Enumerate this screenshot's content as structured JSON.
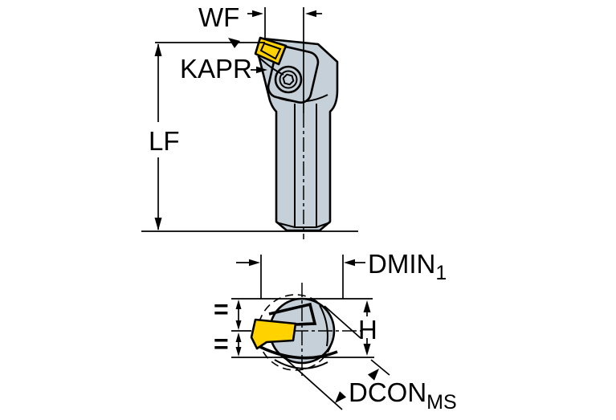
{
  "drawing": {
    "labels": {
      "wf": "WF",
      "kapr": "KAPR",
      "lf": "LF",
      "dmin": "DMIN",
      "dmin_sub": "1",
      "h": "H",
      "dcon": "DCON",
      "dcon_sub": "MS",
      "equal_upper": "=",
      "equal_lower": "="
    },
    "colors": {
      "body_fill": "#c6d0d8",
      "insert_fill": "#ffd200",
      "line": "#000000",
      "background": "#ffffff"
    }
  }
}
